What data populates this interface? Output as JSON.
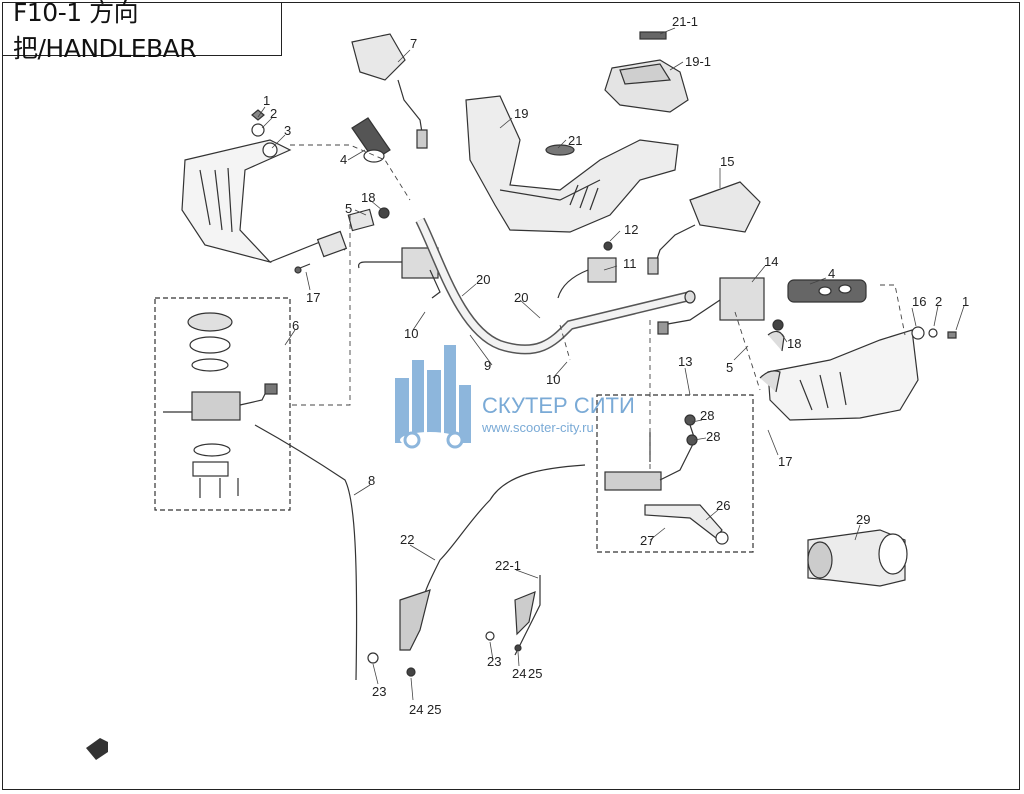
{
  "title": "F10-1 方向把/HANDLEBAR",
  "watermark": {
    "name": "СКУТЕР СИТИ",
    "url": "www.scooter-city.ru",
    "color": "#7aaad6"
  },
  "callouts": [
    {
      "id": "c1a",
      "label": "1"
    },
    {
      "id": "c2a",
      "label": "2"
    },
    {
      "id": "c3",
      "label": "3"
    },
    {
      "id": "c4a",
      "label": "4"
    },
    {
      "id": "c5a",
      "label": "5"
    },
    {
      "id": "c18a",
      "label": "18"
    },
    {
      "id": "c17a",
      "label": "17"
    },
    {
      "id": "c6",
      "label": "6"
    },
    {
      "id": "c7",
      "label": "7"
    },
    {
      "id": "c8",
      "label": "8"
    },
    {
      "id": "c9",
      "label": "9"
    },
    {
      "id": "c10a",
      "label": "10"
    },
    {
      "id": "c10b",
      "label": "10"
    },
    {
      "id": "c20a",
      "label": "20"
    },
    {
      "id": "c20b",
      "label": "20"
    },
    {
      "id": "c11",
      "label": "11"
    },
    {
      "id": "c12",
      "label": "12"
    },
    {
      "id": "c19",
      "label": "19"
    },
    {
      "id": "c19-1",
      "label": "19-1"
    },
    {
      "id": "c21",
      "label": "21"
    },
    {
      "id": "c21-1",
      "label": "21-1"
    },
    {
      "id": "c15",
      "label": "15"
    },
    {
      "id": "c14",
      "label": "14"
    },
    {
      "id": "c4b",
      "label": "4"
    },
    {
      "id": "c16",
      "label": "16"
    },
    {
      "id": "c2b",
      "label": "2"
    },
    {
      "id": "c1b",
      "label": "1"
    },
    {
      "id": "c5b",
      "label": "5"
    },
    {
      "id": "c18b",
      "label": "18"
    },
    {
      "id": "c13",
      "label": "13"
    },
    {
      "id": "c17b",
      "label": "17"
    },
    {
      "id": "c28a",
      "label": "28"
    },
    {
      "id": "c28b",
      "label": "28"
    },
    {
      "id": "c26",
      "label": "26"
    },
    {
      "id": "c27",
      "label": "27"
    },
    {
      "id": "c29",
      "label": "29"
    },
    {
      "id": "c22",
      "label": "22"
    },
    {
      "id": "c22-1",
      "label": "22-1"
    },
    {
      "id": "c23a",
      "label": "23"
    },
    {
      "id": "c24a",
      "label": "24"
    },
    {
      "id": "c25a",
      "label": "25"
    },
    {
      "id": "c23b",
      "label": "23"
    },
    {
      "id": "c24b",
      "label": "24"
    },
    {
      "id": "c25b",
      "label": "25"
    }
  ]
}
